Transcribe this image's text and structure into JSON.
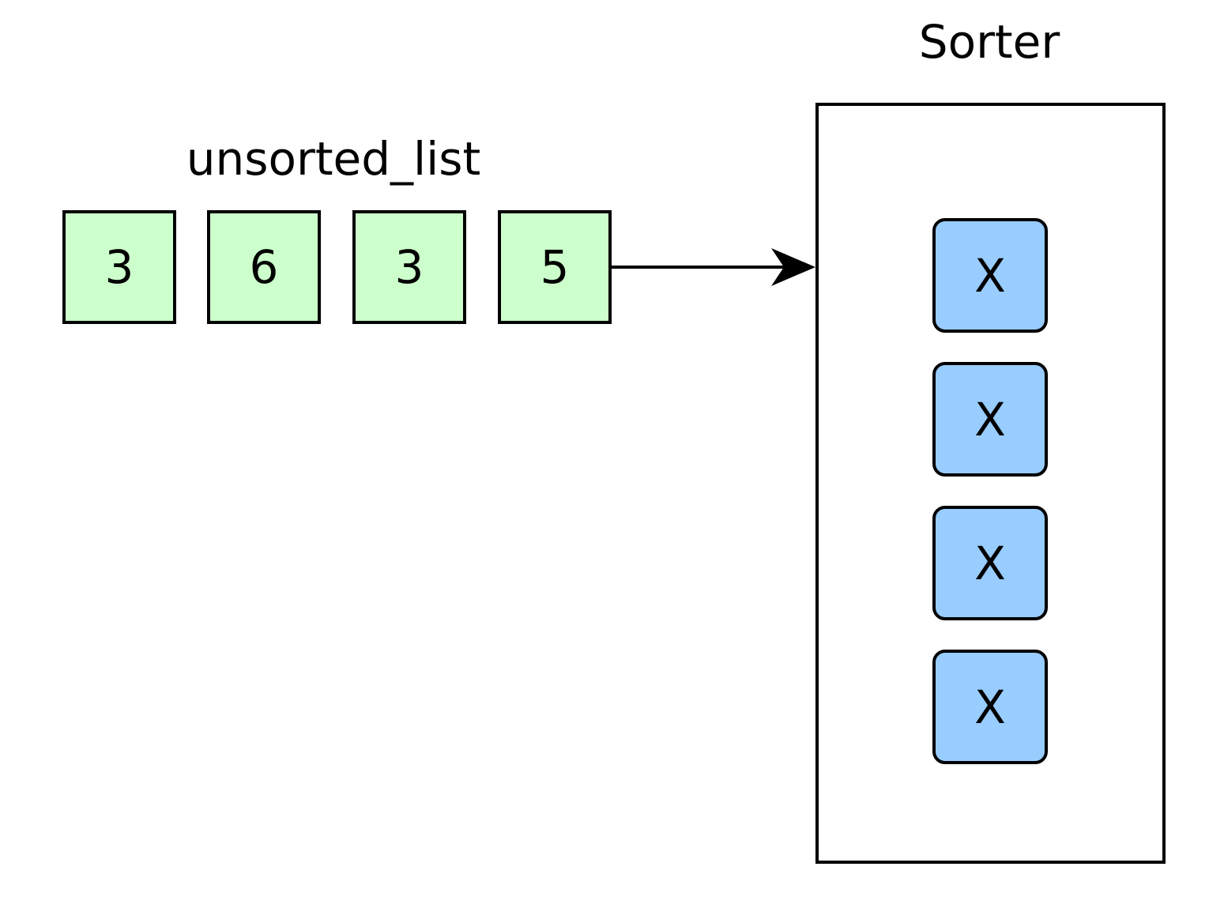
{
  "unsorted_list": {
    "label": "unsorted_list",
    "items": [
      "3",
      "6",
      "3",
      "5"
    ],
    "fill_color": "#ccffcc"
  },
  "sorter": {
    "label": "Sorter",
    "slots": [
      "X",
      "X",
      "X",
      "X"
    ],
    "slot_fill_color": "#99ccff"
  },
  "arrow": {
    "from": "unsorted_list",
    "to": "sorter"
  }
}
